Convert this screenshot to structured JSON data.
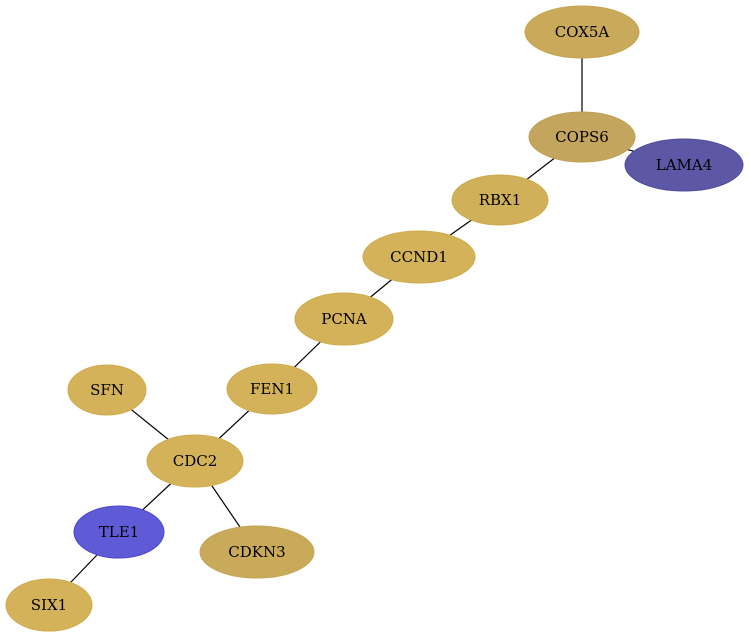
{
  "nodes": [
    {
      "id": "COX5A",
      "label": "COX5A",
      "fill": "#c9a95a",
      "stroke": "#c5a550"
    },
    {
      "id": "COPS6",
      "label": "COPS6",
      "fill": "#c4a55e",
      "stroke": "#bf9f55"
    },
    {
      "id": "LAMA4",
      "label": "LAMA4",
      "fill": "#5d58a6",
      "stroke": "#4e4a9c"
    },
    {
      "id": "RBX1",
      "label": "RBX1",
      "fill": "#d1b05a",
      "stroke": "#cda94c"
    },
    {
      "id": "CCND1",
      "label": "CCND1",
      "fill": "#d3b25a",
      "stroke": "#cfab4c"
    },
    {
      "id": "PCNA",
      "label": "PCNA",
      "fill": "#d3b25a",
      "stroke": "#cfab4c"
    },
    {
      "id": "FEN1",
      "label": "FEN1",
      "fill": "#d3b25a",
      "stroke": "#cfab4c"
    },
    {
      "id": "SFN",
      "label": "SFN",
      "fill": "#d3b25a",
      "stroke": "#cfab4c"
    },
    {
      "id": "CDC2",
      "label": "CDC2",
      "fill": "#d3b25a",
      "stroke": "#cfab4c"
    },
    {
      "id": "TLE1",
      "label": "TLE1",
      "fill": "#5f5bd6",
      "stroke": "#4a46cf"
    },
    {
      "id": "CDKN3",
      "label": "CDKN3",
      "fill": "#c9a95a",
      "stroke": "#c5a550"
    },
    {
      "id": "SIX1",
      "label": "SIX1",
      "fill": "#d3b25a",
      "stroke": "#cfab4c"
    }
  ],
  "edges": [
    {
      "source": "COX5A",
      "target": "COPS6"
    },
    {
      "source": "COPS6",
      "target": "LAMA4"
    },
    {
      "source": "COPS6",
      "target": "RBX1"
    },
    {
      "source": "RBX1",
      "target": "CCND1"
    },
    {
      "source": "CCND1",
      "target": "PCNA"
    },
    {
      "source": "PCNA",
      "target": "FEN1"
    },
    {
      "source": "FEN1",
      "target": "CDC2"
    },
    {
      "source": "SFN",
      "target": "CDC2"
    },
    {
      "source": "CDC2",
      "target": "TLE1"
    },
    {
      "source": "CDC2",
      "target": "CDKN3"
    },
    {
      "source": "TLE1",
      "target": "SIX1"
    }
  ]
}
